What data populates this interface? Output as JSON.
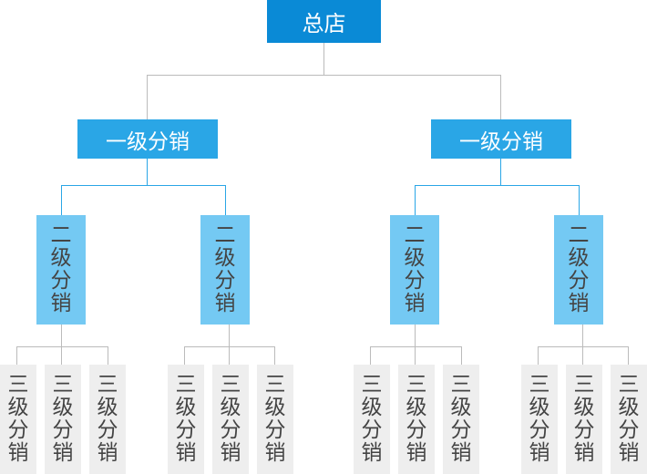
{
  "root": {
    "label": "总店"
  },
  "level1": [
    {
      "label": "一级分销"
    },
    {
      "label": "一级分销"
    }
  ],
  "level2": [
    {
      "label": "二级分销"
    },
    {
      "label": "二级分销"
    },
    {
      "label": "二级分销"
    },
    {
      "label": "二级分销"
    }
  ],
  "level3": [
    {
      "label": "三级分销"
    },
    {
      "label": "三级分销"
    },
    {
      "label": "三级分销"
    },
    {
      "label": "三级分销"
    },
    {
      "label": "三级分销"
    },
    {
      "label": "三级分销"
    },
    {
      "label": "三级分销"
    },
    {
      "label": "三级分销"
    },
    {
      "label": "三级分销"
    },
    {
      "label": "三级分销"
    },
    {
      "label": "三级分销"
    },
    {
      "label": "三级分销"
    }
  ],
  "colors": {
    "root": "#0a8ad6",
    "level1": "#2aa6e6",
    "level2": "#74c9f3",
    "level3": "#eeeeee",
    "connector_gray": "#bbbbbb",
    "connector_blue": "#2aa6e6"
  }
}
